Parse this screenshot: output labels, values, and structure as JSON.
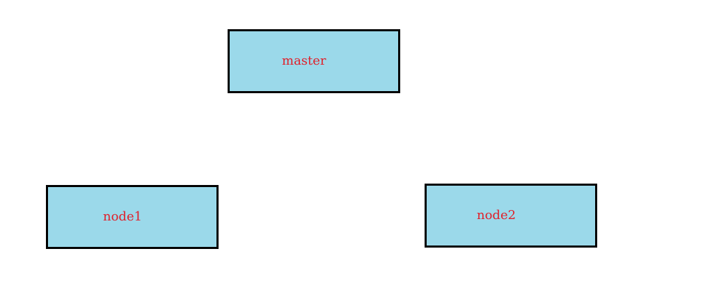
{
  "diagram": {
    "nodes": [
      {
        "id": "master",
        "label": "master"
      },
      {
        "id": "node1",
        "label": "node1"
      },
      {
        "id": "node2",
        "label": "node2"
      }
    ]
  },
  "colors": {
    "box_fill": "#9bd9ea",
    "box_border": "#000000",
    "label_text": "#e0202a",
    "background": "#ffffff"
  }
}
